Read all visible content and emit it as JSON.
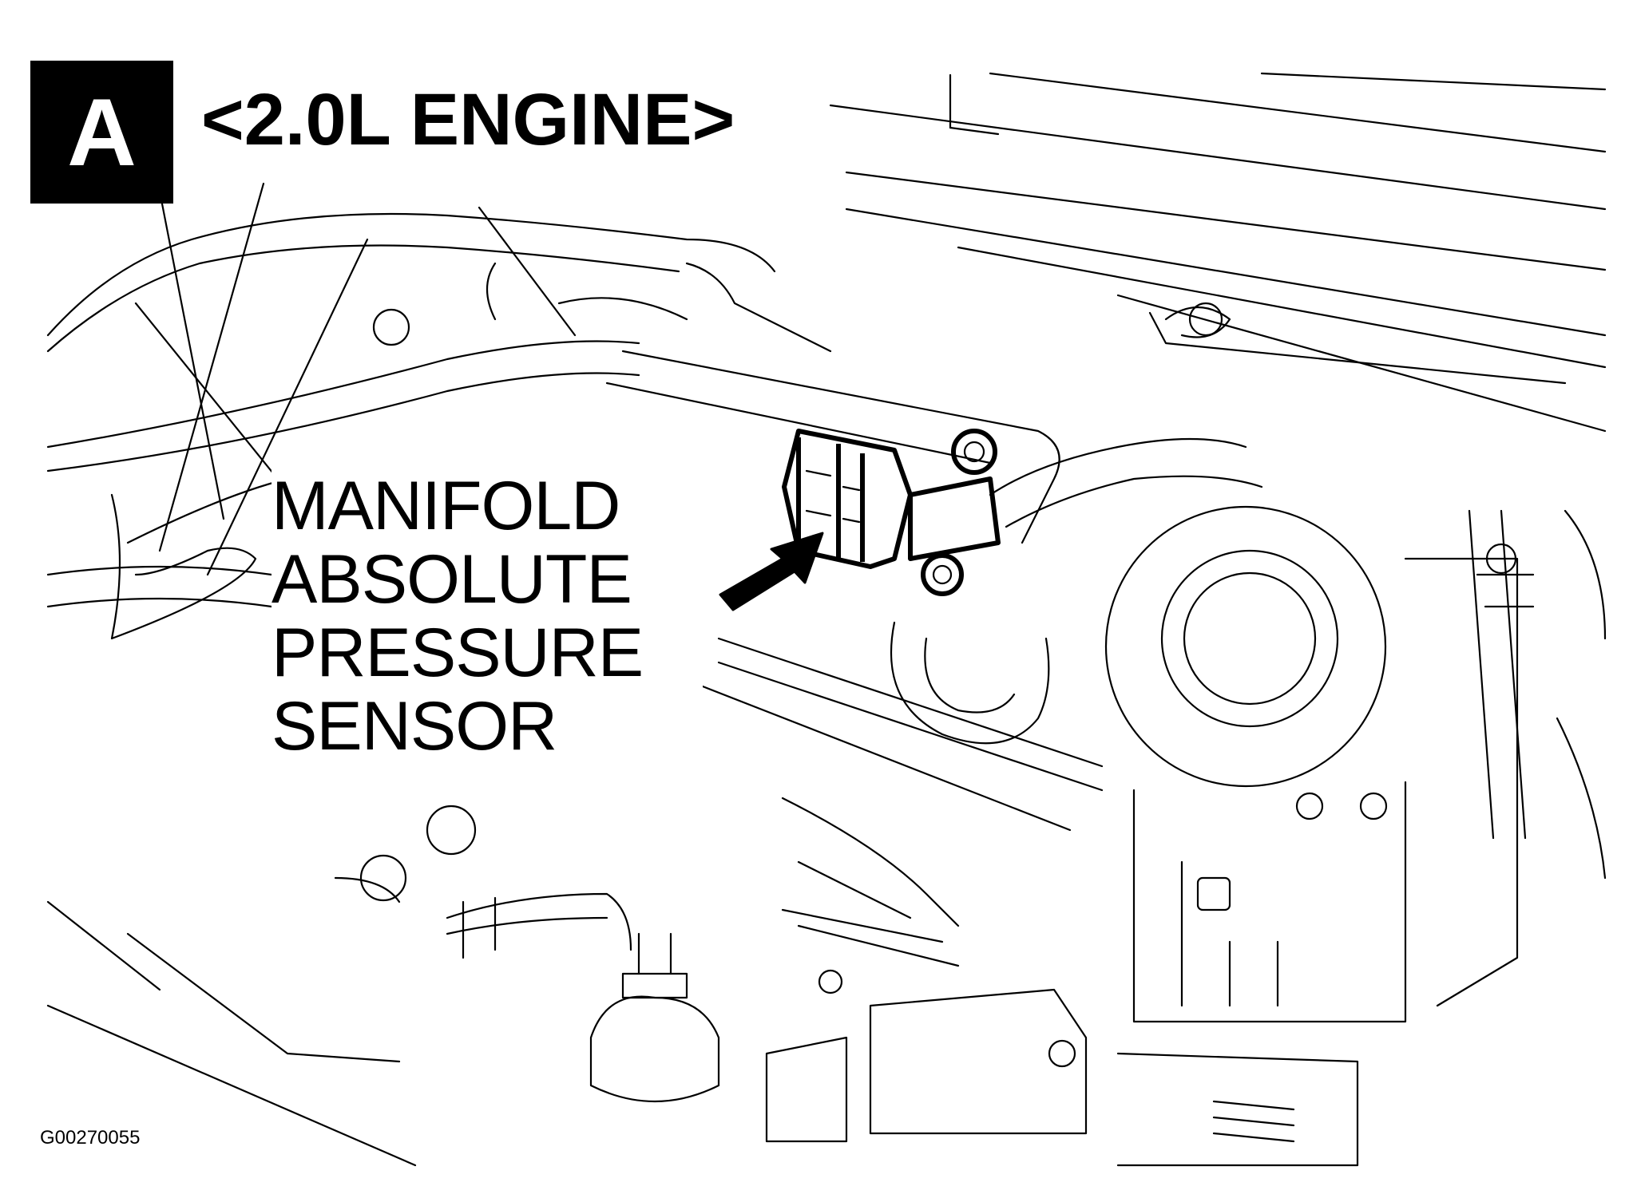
{
  "badge": {
    "letter": "A"
  },
  "title": "<2.0L ENGINE>",
  "callout": {
    "lines": [
      "MANIFOLD",
      "ABSOLUTE",
      "PRESSURE",
      "SENSOR"
    ]
  },
  "figure_id": "G00270055",
  "icons": {
    "pointer": "arrow-icon",
    "sensor": "map-sensor-icon"
  },
  "colors": {
    "ink": "#000000",
    "paper": "#ffffff"
  }
}
